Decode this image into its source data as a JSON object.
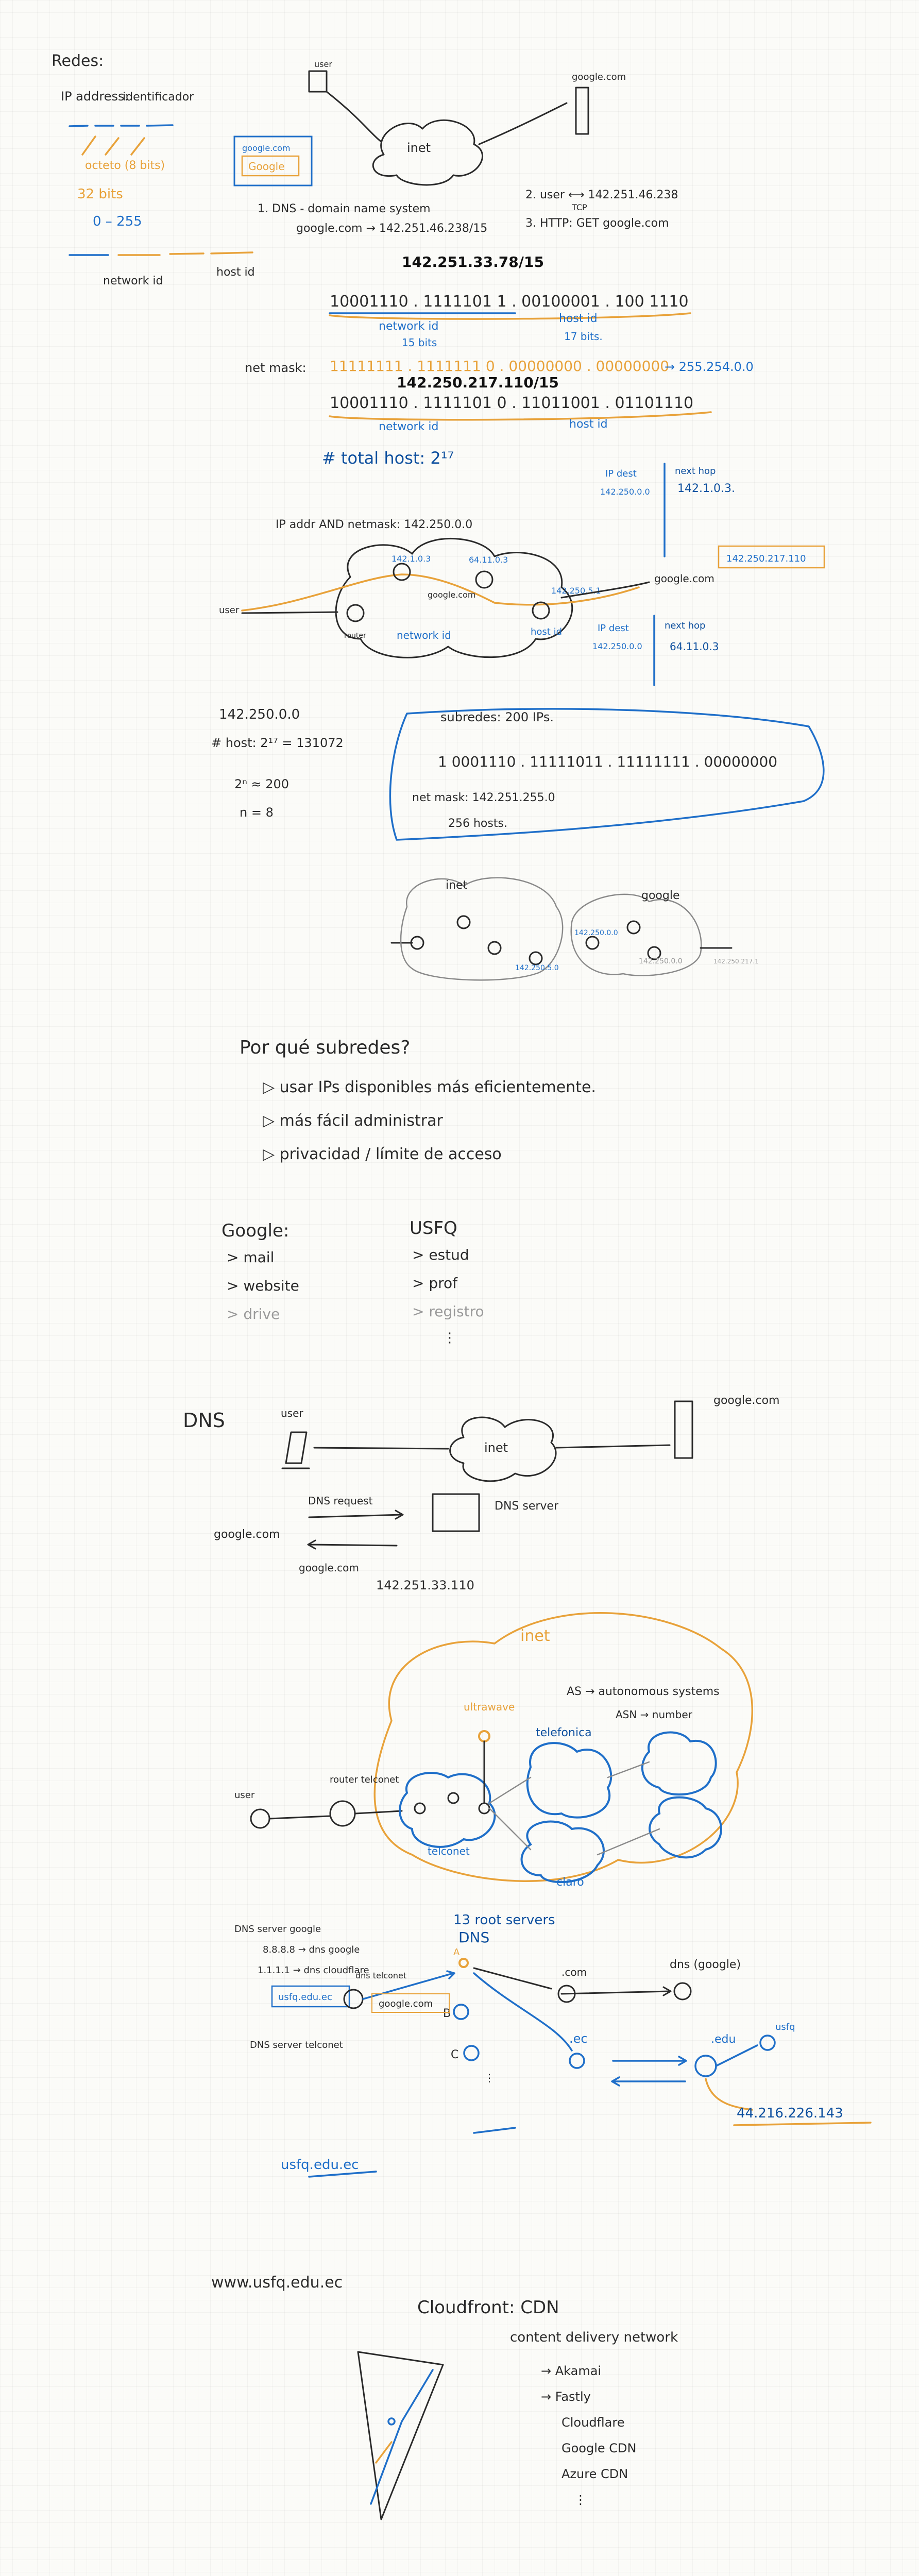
{
  "colors": {
    "ink": "#2a2a2a",
    "blue": "#1f6fc9",
    "orange": "#e8a23a",
    "paper": "#fbfbf8"
  },
  "section1": {
    "title": "Redes:",
    "ip_address": "IP address:",
    "identificador": "identificador",
    "octeto": "octeto (8 bits)",
    "bits32": "32 bits",
    "range": "0 – 255",
    "network_id": "network id",
    "host_id": "host id",
    "user": "user",
    "google_top": "google.com",
    "inet": "inet",
    "browser_tab": "google.com",
    "browser_logo": "Google",
    "dns_step": "1. DNS - domain name system",
    "dns_map": "google.com → 142.251.46.238/15",
    "step2": "2. user ⟷ 142.251.46.238",
    "tcp": "TCP",
    "step3": "3. HTTP: GET google.com",
    "ip_cidr": "142.251.33.78/15",
    "binary1": "10001110 . 1111101 1 . 00100001 . 100 1110",
    "network_id_bits": "network id",
    "bits15": "15 bits",
    "host_id_bits": "host id",
    "bits17": "17 bits.",
    "netmask": "net mask:",
    "netmask_bin": "11111111 . 1111111 0 . 00000000 . 00000000",
    "netmask_dec": "→ 255.254.0.0",
    "ip2": "142.250.217.110/15",
    "binary2": "10001110 . 1111101 0 . 11011001 . 01101110",
    "network_id2": "network id",
    "host_id2": "host id",
    "total_hosts": "# total host: 2¹⁷"
  },
  "section2": {
    "ip_and": "IP addr AND netmask: 142.250.0.0",
    "user": "user",
    "router_label": "router",
    "r1": "142.1.0.3",
    "r2": "64.11.0.3",
    "r3": "142.250.5.1",
    "google_mid": "google.com",
    "network_id": "network id",
    "host_id": "host id",
    "google_right": "google.com",
    "google_ip": "142.250.217.110",
    "ip_dest1": "IP dest",
    "ip_dest1_val": "142.250.0.0",
    "next_hop1": "next hop",
    "next_hop1_val": "142.1.0.3.",
    "ip_dest2": "IP dest",
    "ip_dest2_val": "142.250.0.0",
    "next_hop2": "next hop",
    "next_hop2_val": "64.11.0.3"
  },
  "section3": {
    "addr": "142.250.0.0",
    "hosts": "# host: 2¹⁷ = 131072",
    "pow": "2ⁿ ≈ 200",
    "n": "n = 8",
    "subredes": "subredes: 200 IPs.",
    "binary": "1 0001110 . 11111011 . 11111111 . 00000000",
    "netmask": "net mask: 142.251.255.0",
    "hosts256": "256 hosts."
  },
  "section4": {
    "inet": "inet",
    "google": "google",
    "ip1": "142.250.0.0",
    "ip2": "142.250.5.0",
    "ip3": "142.250.0.0",
    "ip_right": "142.250.217.1"
  },
  "section5": {
    "question": "Por qué subredes?",
    "reasons": [
      "usar IPs disponibles más eficientemente.",
      "más fácil administrar",
      "privacidad / límite de acceso"
    ]
  },
  "section6": {
    "google_head": "Google:",
    "google_items": [
      "> mail",
      "> website",
      "> drive"
    ],
    "usfq_head": "USFQ",
    "usfq_items": [
      "> estud",
      "> prof",
      "> registro"
    ],
    "ellipsis": "⋮"
  },
  "section7": {
    "title": "DNS",
    "user": "user",
    "inet": "inet",
    "google": "google.com",
    "request_domain": "google.com",
    "request": "DNS request",
    "dns_server": "DNS server",
    "response_domain": "google.com",
    "response_ip": "142.251.33.110"
  },
  "section8": {
    "inet": "inet",
    "as": "AS → autonomous systems",
    "asn": "ASN → number",
    "user": "user",
    "router": "router telconet",
    "telconet": "telconet",
    "ultrawave": "ultrawave",
    "telefonica": "telefonica",
    "claro": "claro"
  },
  "section9": {
    "dns_server_google": "DNS server google",
    "ip_8888": "8.8.8.8 → dns google",
    "ip_1111": "1.1.1.1 → dns cloudflare",
    "local": "usfq.edu.ec",
    "dns_local": "dns telconet",
    "root_servers": "13 root servers",
    "dns": "DNS",
    "com": ".com",
    "dns_google": "dns (google)",
    "query_google": "google.com",
    "ec": ".ec",
    "edu": ".edu",
    "usfq": "usfq",
    "final_ip": "44.216.226.143",
    "dns_server_label": "DNS server telconet",
    "bottom_domain": "usfq.edu.ec",
    "letters": [
      "A",
      "B",
      "C"
    ]
  },
  "section10": {
    "domain": "www.usfq.edu.ec",
    "cloudfront": "Cloudfront: CDN",
    "cdn": "content delivery network",
    "providers": [
      "→ Akamai",
      "→ Fastly",
      "Cloudflare",
      "Google CDN",
      "Azure CDN",
      "⋮"
    ]
  }
}
